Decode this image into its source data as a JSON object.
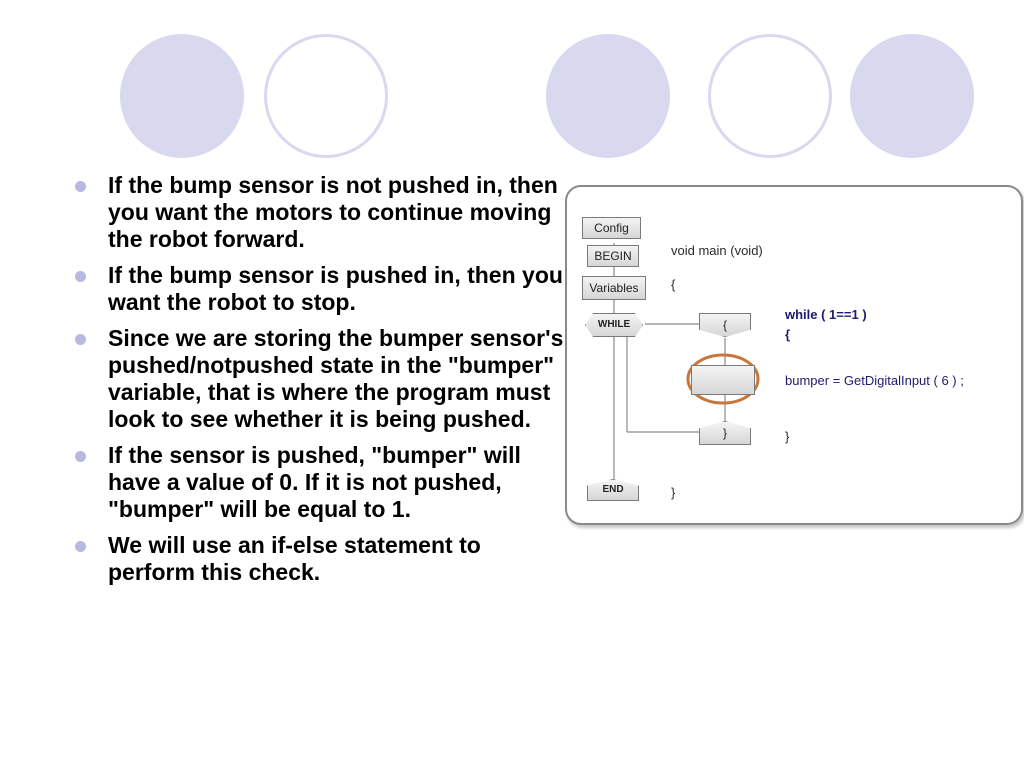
{
  "bullets": [
    "If the bump sensor is not pushed in, then you want the motors to continue moving the robot forward.",
    "If the bump sensor is pushed in, then you want the robot to stop.",
    "Since we are storing the bumper sensor's pushed/notpushed state in the \"bumper\" variable, that is where the program must look to see whether it is being pushed.",
    "If the sensor is pushed, \"bumper\" will have a value of 0. If it is not pushed, \"bumper\" will be equal to 1.",
    "We will use an if-else statement to perform this check."
  ],
  "flowchart": {
    "blocks": {
      "config": "Config",
      "begin": "BEGIN",
      "variables": "Variables",
      "while": "WHILE",
      "open_brace": "{",
      "close_brace": "}",
      "end": "END"
    },
    "code": {
      "main_signature": "void main (void)",
      "main_open": "{",
      "while_statement": "while ( 1==1 )",
      "while_open": "{",
      "bumper_statement": "bumper = GetDigitalInput ( 6 ) ;",
      "while_close": "}",
      "main_close": "}"
    }
  },
  "colors": {
    "decor_circle": "#d8d8ef",
    "bullet_dot": "#b8b8e0",
    "highlight_ring": "#c8763a",
    "code_keyword": "#1c1c6e"
  }
}
